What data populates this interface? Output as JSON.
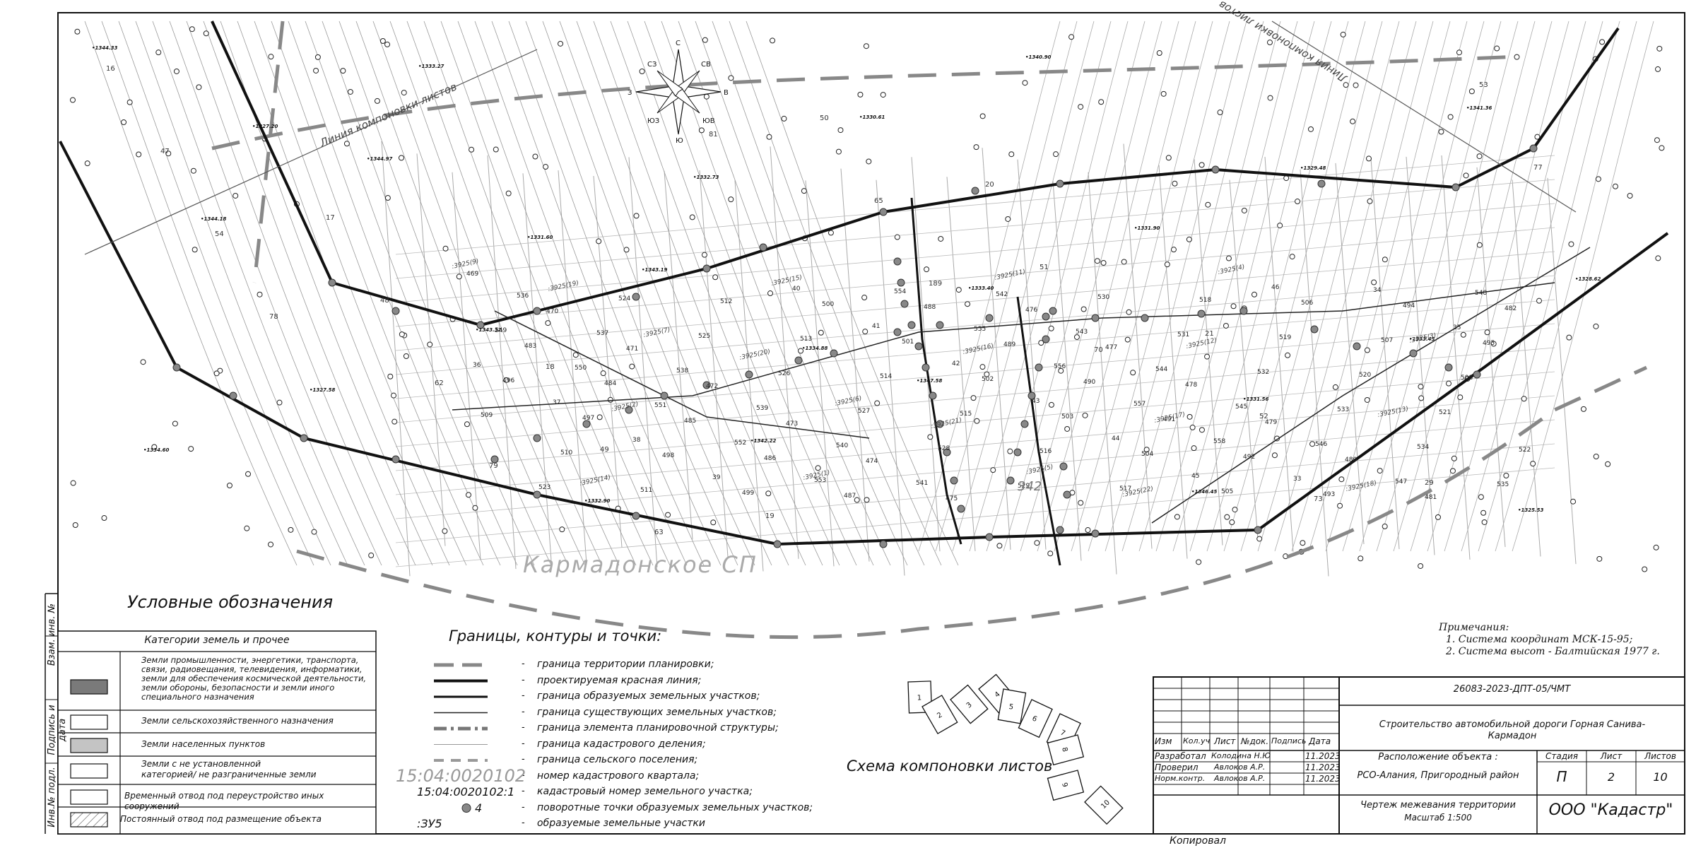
{
  "side_labels": [
    "Инв.№ подл.",
    "Подпись и дата",
    "Взам. инв. №"
  ],
  "map": {
    "compass": [
      "С",
      "СВ",
      "В",
      "ЮВ",
      "Ю",
      "ЮЗ",
      "З",
      "СЗ"
    ],
    "line_layout_left": "Линия компоновки листов",
    "line_layout_right": "Линия компоновки листов",
    "settlement": "Кармадонское СП",
    "quarter": "342",
    "heights": [
      "•1344.33",
      "•1344.97",
      "•1343.19",
      "•1347.58",
      "•1346.45",
      "•1341.36",
      "•1344.18",
      "•1343.32",
      "•1342.22",
      "•1340.90",
      "•1329.48",
      "•1328.62",
      "•1327.58",
      "•1332.90",
      "•1330.61",
      "•1331.90",
      "•1333.45",
      "•1334.60",
      "•1333.27",
      "•1332.73",
      "•1333.40",
      "•1331.56",
      "•1325.53",
      "•1327.20",
      "•1331.60",
      "•1334.88"
    ],
    "cadastral_labels": [
      ":3925(9)",
      ":3925(7)",
      ":3925(6)",
      ":3925(5)",
      ":3925(4)",
      ":3925(3)",
      ":3925(2)",
      ":3925(1)",
      ":3925(11)",
      ":3925(12)",
      ":3925(13)",
      ":3925(14)",
      ":3925(15)",
      ":3925(16)",
      ":3925(17)",
      ":3925(18)",
      ":3925(19)",
      ":3925(20)",
      ":3925(21)",
      ":3925(22)"
    ],
    "points": [
      "16",
      "17",
      "18",
      "19",
      "20",
      "21",
      "29",
      "47",
      "48",
      "49",
      "50",
      "51",
      "52",
      "53",
      "54",
      "62",
      "63",
      "65",
      "70",
      "73",
      "77",
      "78",
      "79",
      "81",
      "189"
    ],
    "parcels": [
      "469",
      "470",
      "471",
      "472",
      "473",
      "474",
      "475",
      "476",
      "477",
      "478",
      "479",
      "480",
      "481",
      "482",
      "483",
      "484",
      "485",
      "486",
      "487",
      "488",
      "489",
      "490",
      "491",
      "492",
      "493",
      "494",
      "495",
      "496",
      "497",
      "498",
      "499",
      "500",
      "501",
      "502",
      "503",
      "504",
      "505",
      "506",
      "507",
      "508",
      "509",
      "510",
      "511",
      "512",
      "513",
      "514",
      "515",
      "516",
      "517",
      "518",
      "519",
      "520",
      "521",
      "522",
      "523",
      "524",
      "525",
      "526",
      "527",
      "528",
      "529",
      "530",
      "531",
      "532",
      "533",
      "534",
      "535",
      "536",
      "537",
      "538",
      "539",
      "540",
      "541",
      "542",
      "543",
      "544",
      "545",
      "546",
      "547",
      "548",
      "549",
      "550",
      "551",
      "552",
      "553",
      "554",
      "555",
      "556",
      "557",
      "558",
      "33",
      "34",
      "35",
      "36",
      "37",
      "38",
      "39",
      "40",
      "41",
      "42",
      "43",
      "44",
      "45",
      "46"
    ]
  },
  "legend": {
    "title": "Условные обозначения",
    "table_header": "Категории земель и прочее",
    "rows": [
      {
        "text": "Земли промышленности, энергетики, транспорта, связи, радиовещания, телевидения, информатики, земли для обеспечения космической деятельности, земли обороны, безопасности и земли иного специального назначения",
        "fill": "#7a7a7a"
      },
      {
        "text": "Земли сельскохозяйственного назначения",
        "fill": "#ffffff"
      },
      {
        "text": "Земли населенных пунктов",
        "fill": "#c4c4c4"
      },
      {
        "text": "Земли с не установленной категорией/ не разграниченные земли",
        "fill": "#ffffff"
      },
      {
        "text": "Временный отвод под переустройство иных сооружений",
        "fill": "#ffffff"
      },
      {
        "text": "Постоянный отвод под размещение объекта",
        "fill": "hatch"
      }
    ]
  },
  "borders": {
    "title": "Границы, контуры и точки:",
    "dash": "-",
    "items": [
      {
        "symbol": "dash-long",
        "text": "граница территории планировки;"
      },
      {
        "symbol": "thick",
        "text": "проектируемая красная линия;"
      },
      {
        "symbol": "thick2",
        "text": "граница образуемых земельных участков;"
      },
      {
        "symbol": "thin",
        "text": "граница существующих земельных участков;"
      },
      {
        "symbol": "dash-dot",
        "text": "граница элемента планировочной структуры;"
      },
      {
        "symbol": "hair",
        "text": "граница кадастрового деления;"
      },
      {
        "symbol": "dash-gray",
        "text": "граница сельского поселения;"
      },
      {
        "symbol": "label-gray",
        "label": "15:04:0020102",
        "text": "номер кадастрового квартала;"
      },
      {
        "symbol": "label",
        "label": "15:04:0020102:1",
        "text": "кадастровый номер земельного участка;"
      },
      {
        "symbol": "point",
        "label": "4",
        "text": "поворотные точки образуемых земельных участков;"
      },
      {
        "symbol": "label",
        "label": ":ЗУ5",
        "text": "образуемые земельные участки"
      }
    ]
  },
  "scheme": {
    "title": "Схема компоновки листов",
    "sheets": [
      "1",
      "2",
      "3",
      "4",
      "5",
      "6",
      "7",
      "8",
      "9",
      "10"
    ]
  },
  "notes": {
    "title": "Примечания:",
    "items": [
      "1.   Система координат МСК-15-95;",
      "2.   Система высот - Балтийская 1977 г."
    ]
  },
  "stamp": {
    "code": "26083-2023-ДПТ-05/ЧМТ",
    "project": "Строительство автомобильной дороги Горная Санива-Кармадон",
    "location_label": "Расположение объекта :",
    "location": "РСО-Алания, Пригородный район",
    "drawing": "Чертеж межевания территории",
    "scale": "Масштаб 1:500",
    "company": "ООО \"Кадастр\"",
    "cols": [
      "Изм",
      "Кол.уч",
      "Лист",
      "№док.",
      "Подпись",
      "Дата"
    ],
    "stage_label": "Стадия",
    "sheet_label": "Лист",
    "sheets_label": "Листов",
    "stage": "П",
    "sheet": "2",
    "sheets": "10",
    "people": [
      {
        "role": "Разработал",
        "name": "Колодина Н.Ю",
        "date": "11.2023"
      },
      {
        "role": "Проверил",
        "name": "Авлоков А.Р.",
        "date": "11.2023"
      },
      {
        "role": "Норм.контр.",
        "name": "Авлоков А.Р.",
        "date": "11.2023"
      }
    ],
    "copied": "Копировал"
  }
}
